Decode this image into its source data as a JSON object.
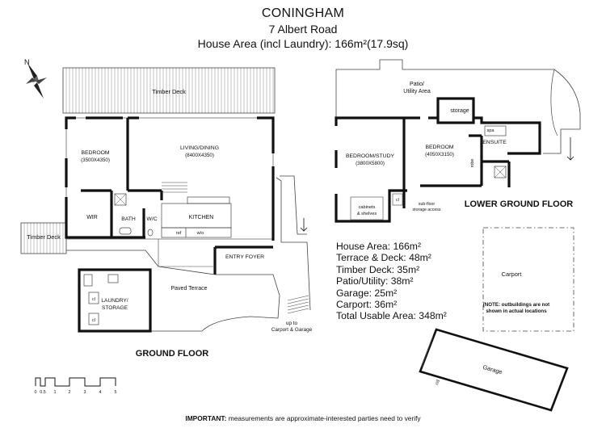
{
  "header": {
    "name": "CONINGHAM",
    "address": "7 Albert Road",
    "house_area": "House Area (incl Laundry): 166m²(17.9sq)"
  },
  "ground_floor": {
    "title": "GROUND FLOOR",
    "timber_deck_top": "Timber Deck",
    "timber_deck_left": "Timber Deck",
    "bedroom": "BEDROOM",
    "bedroom_size": "(3500X4350)",
    "living": "LIVING/DINING",
    "living_size": "(8400X4350)",
    "wir": "WIR",
    "bath": "BATH",
    "wc": "W/C",
    "kitchen": "KITCHEN",
    "ref": "ref",
    "wo": "w/o",
    "entry": "ENTRY FOYER",
    "paved": "Paved Terrace",
    "laundry_1": "LAUNDRY/",
    "laundry_2": "STORAGE",
    "cl": "cl",
    "up_1": "up to",
    "up_2": "Carport & Garage"
  },
  "lower_floor": {
    "title": "LOWER GROUND FLOOR",
    "patio_1": "Patio/",
    "patio_2": "Utility Area",
    "storage": "storage",
    "spa": "spa",
    "bed_study": "BEDROOM/STUDY",
    "bed_study_size": "(3800X5800)",
    "bedroom": "BEDROOM",
    "bedroom_size": "(4050X3150)",
    "ensuite": "ENSUITE",
    "robe": "robe",
    "cabinets_1": "cabinets",
    "cabinets_2": "& shelves",
    "cl": "cl",
    "subfloor_1": "sub-floor",
    "subfloor_2": "storage access"
  },
  "areas": [
    "House Area: 166m²",
    "Terrace & Deck: 48m²",
    "Timber Deck: 35m²",
    "Patio/Utility: 38m²",
    "Garage: 25m²",
    "Carport: 36m²",
    "Total Usable Area: 348m²"
  ],
  "carport": {
    "label": "Carport",
    "note_1": "(NOTE: outbuildings are not",
    "note_2": "shown in actual locations"
  },
  "garage": {
    "label": "Garage",
    "rd": "r/d"
  },
  "compass": {
    "letter": "N"
  },
  "scale": {
    "ticks": [
      "0",
      "0.5",
      "1",
      "2",
      "3",
      "4",
      "5"
    ]
  },
  "footer": {
    "important": "IMPORTANT:",
    "text": "measurements are approximate-interested parties need to verify"
  }
}
